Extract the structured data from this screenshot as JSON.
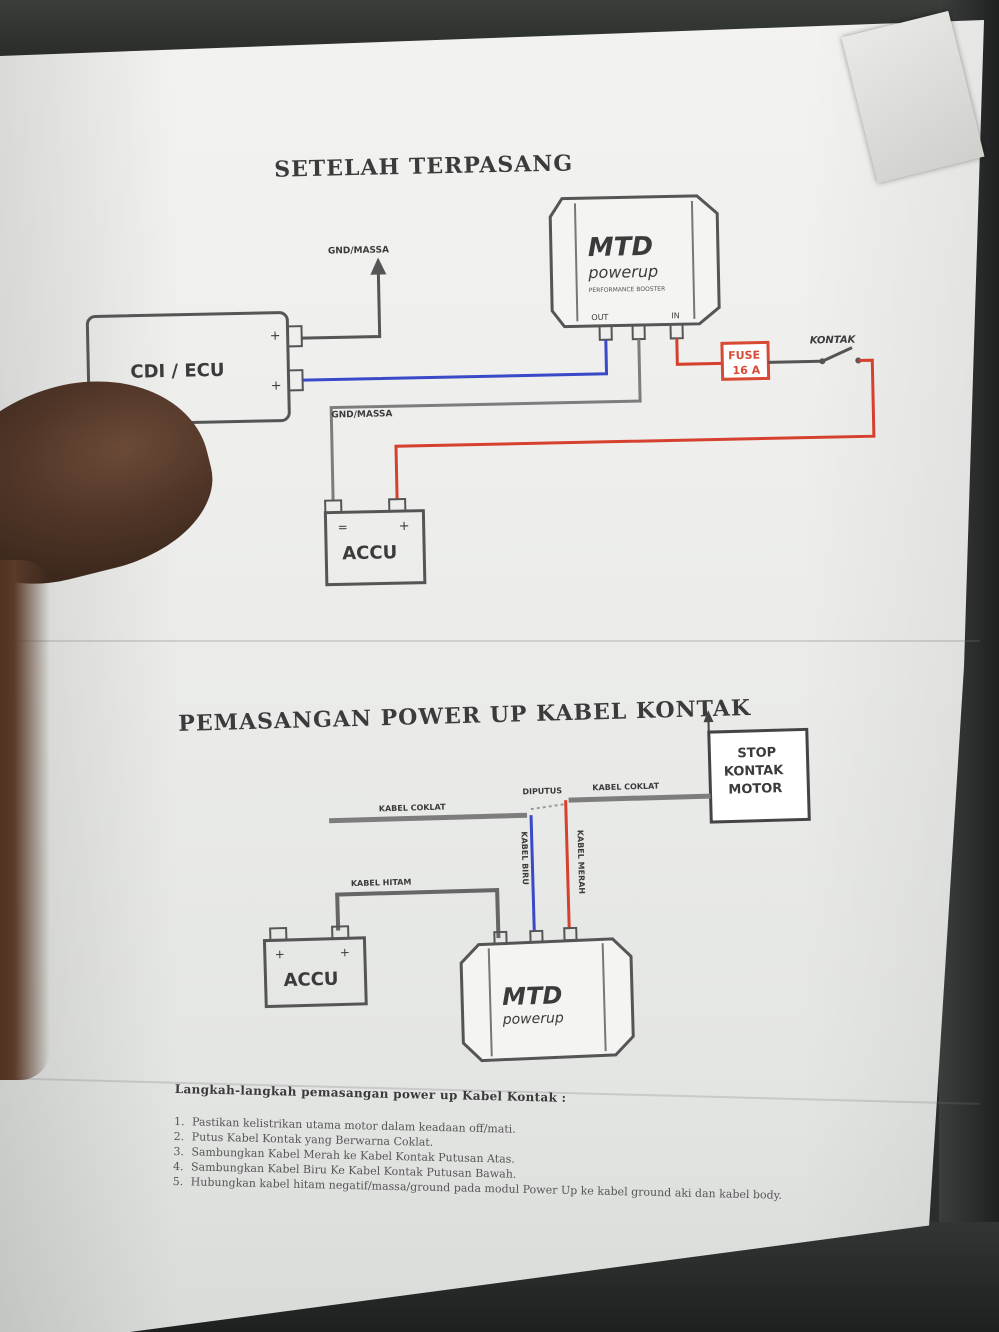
{
  "diagram1": {
    "title": "SETELAH TERPASANG",
    "cdi_label": "CDI / ECU",
    "cdi_term_pos": "+",
    "cdi_term_neg": "+",
    "ground_top": "GND/MASSA",
    "ground_mid": "GND/MASSA",
    "module_brand": "MTD",
    "module_sub": "powerup",
    "module_caption": "PERFORMANCE BOOSTER",
    "module_pin_left": "OUT",
    "module_pin_right": "IN",
    "fuse_line1": "FUSE",
    "fuse_line2": "16 A",
    "switch_label": "KONTAK",
    "battery_label": "ACCU",
    "battery_neg": "=",
    "battery_pos": "+"
  },
  "diagram2": {
    "title": "PEMASANGAN POWER UP KABEL KONTAK",
    "stop_line1": "STOP",
    "stop_line2": "KONTAK",
    "stop_line3": "MOTOR",
    "wire_brown_left": "KABEL COKLAT",
    "wire_brown_right": "KABEL COKLAT",
    "cut_label": "DIPUTUS",
    "wire_blue": "KABEL BIRU",
    "wire_red": "KABEL MERAH",
    "wire_black": "KABEL HITAM",
    "battery_label": "ACCU",
    "battery_neg": "+",
    "battery_pos": "+",
    "module_brand": "MTD",
    "module_sub": "powerup"
  },
  "instructions": {
    "title": "Langkah-langkah pemasangan power up Kabel Kontak :",
    "steps": [
      "Pastikan kelistrikan utama motor dalam keadaan off/mati.",
      "Putus Kabel Kontak yang Berwarna Coklat.",
      "Sambungkan Kabel Merah ke Kabel Kontak Putusan Atas.",
      "Sambungkan Kabel Biru Ke Kabel Kontak Putusan Bawah.",
      "Hubungkan kabel hitam negatif/massa/ground pada modul Power Up ke kabel ground aki dan kabel body."
    ]
  },
  "colors": {
    "ink": "#3b3b3b",
    "wire_blue": "#3a49c8",
    "wire_red": "#d6402f",
    "wire_gray": "#7d7d7d",
    "fuse": "#d94a35"
  }
}
